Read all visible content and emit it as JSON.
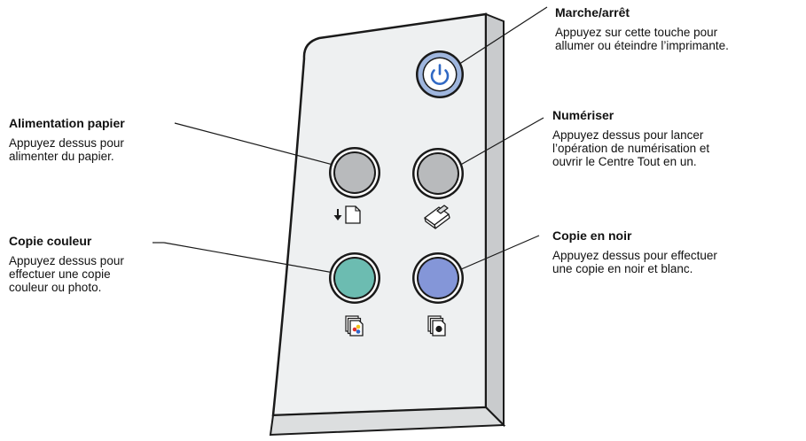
{
  "callouts": {
    "power": {
      "title": "Marche/arrêt",
      "desc": "Appuyez sur cette touche pour\nallumer ou éteindre l’imprimante."
    },
    "feed": {
      "title": "Alimentation papier",
      "desc": "Appuyez dessus pour\nalimenter du papier."
    },
    "scan": {
      "title": "Numériser",
      "desc": "Appuyez dessus pour lancer\nl’opération de numérisation et\nouvrir le Centre Tout en un."
    },
    "color_copy": {
      "title": "Copie couleur",
      "desc": "Appuyez dessus pour\neffectuer une copie\ncouleur ou photo."
    },
    "black_copy": {
      "title": "Copie en noir",
      "desc": "Appuyez dessus pour effectuer\nune copie en noir et blanc."
    }
  },
  "colors": {
    "panel_face": "#eef0f1",
    "panel_side": "#c9cbcd",
    "outline": "#1a1a1a",
    "power_ring": "#9fb6de",
    "power_symbol": "#2f68c4",
    "gray_button": "#b8babc",
    "teal_button": "#6cbcb1",
    "blue_button": "#8496d8",
    "icon_red": "#e0312b",
    "icon_yellow": "#f1c21b",
    "icon_blue": "#2f66c8"
  },
  "icons": {
    "power": "power-symbol-icon",
    "feed": "paper-feed-icon",
    "scan": "scanner-icon",
    "color_copy": "color-copy-icon",
    "black_copy": "black-copy-icon"
  }
}
